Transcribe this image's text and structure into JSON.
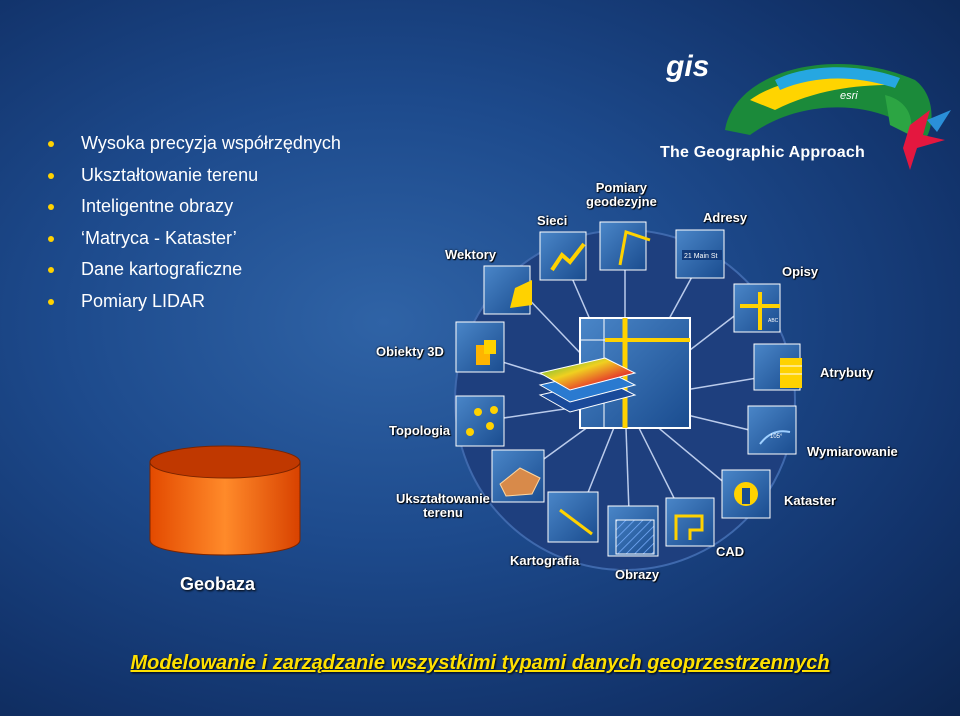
{
  "bullets": [
    "Wysoka precyzja współrzędnych",
    "Ukształtowanie terenu",
    "Inteligentne obrazy",
    "‘Matryca - Kataster’",
    "Dane kartograficzne",
    "Pomiary LIDAR"
  ],
  "logo": {
    "gis": "gis",
    "esri": "esri",
    "tagline": "The Geographic Approach"
  },
  "labels": {
    "wektory": "Wektory",
    "sieci": "Sieci",
    "pomiary_geodezyjne": "Pomiary\ngeodezyjne",
    "adresy": "Adresy",
    "opisy": "Opisy",
    "obiekty_3d": "Obiekty 3D",
    "atrybuty": "Atrybuty",
    "topologia": "Topologia",
    "wymiarowanie": "Wymiarowanie",
    "uksztaltowanie_terenu": "Ukształtowanie\nterenu",
    "kataster": "Kataster",
    "kartografia": "Kartografia",
    "obrazy": "Obrazy",
    "cad": "CAD"
  },
  "icon_texts": {
    "adresy": "21 Main St",
    "dimension": "105°",
    "kataster": "ABC"
  },
  "geobaza": "Geobaza",
  "footer": "Modelowanie i zarządzanie wszystkimi typami danych geoprzestrzennych",
  "colors": {
    "background": "#1d4a8c",
    "bullet": "#ffd200",
    "footer": "#ffe000",
    "cylinder": "#ff6a10"
  }
}
